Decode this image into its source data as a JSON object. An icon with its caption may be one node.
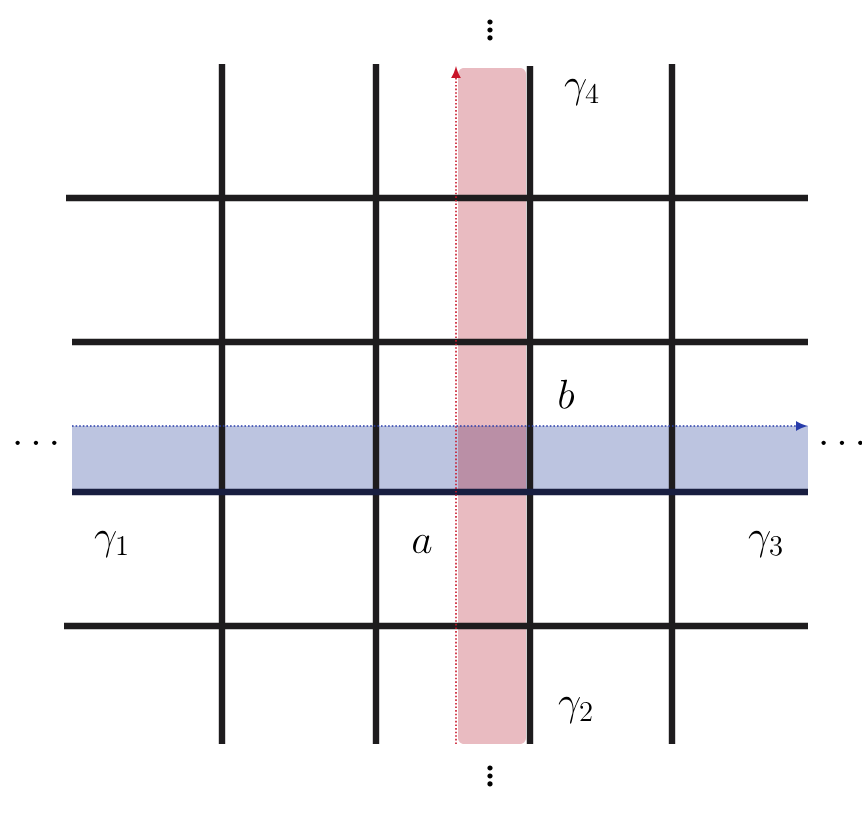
{
  "diagram": {
    "labels": [
      "\\vdots",
      "\\gamma_4",
      "b",
      "\\cdots",
      "\\cdots",
      "\\gamma_1",
      "a",
      "\\gamma_3",
      "\\gamma_2",
      "\\vdots"
    ]
  }
}
